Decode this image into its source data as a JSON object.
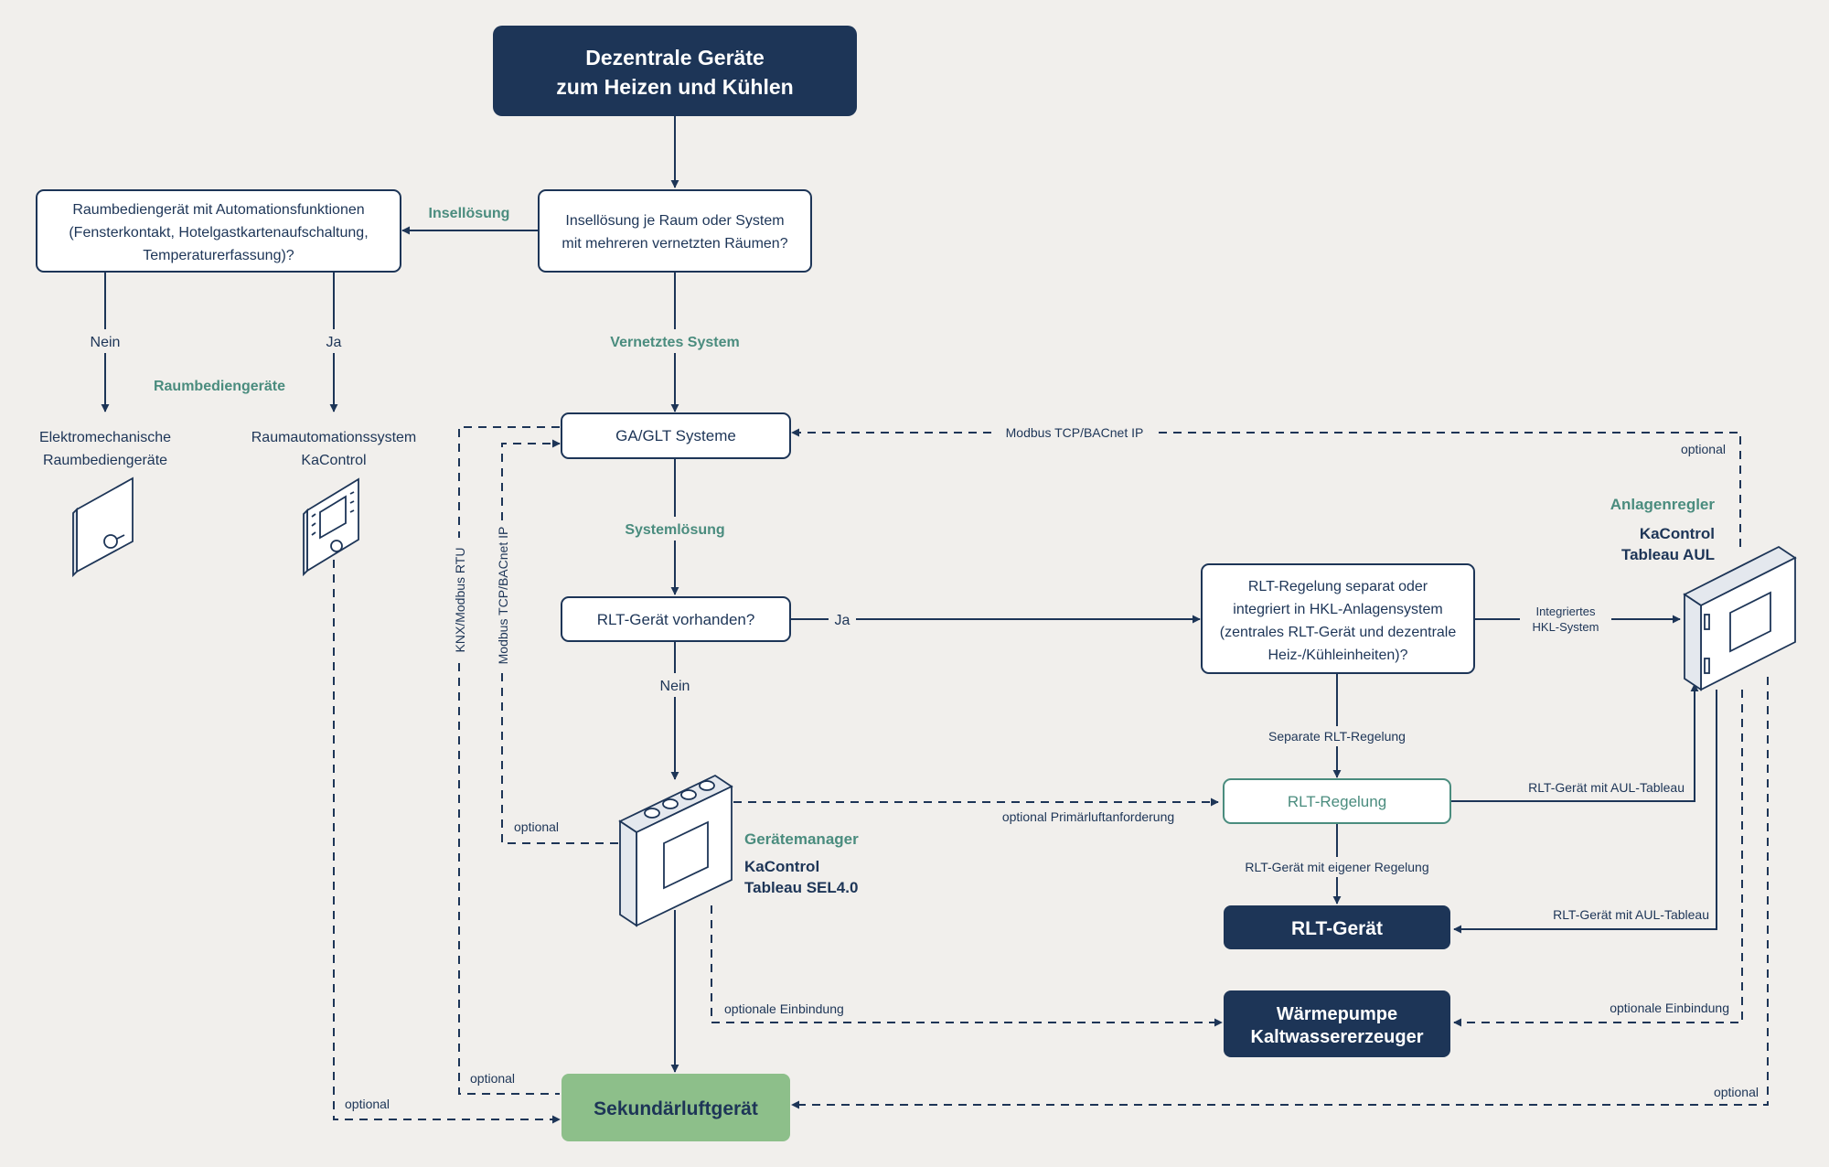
{
  "colors": {
    "background": "#f1efec",
    "navy": "#1d3557",
    "teal": "#4a8c7e",
    "green_box": "#8dbf8a",
    "white": "#ffffff"
  },
  "nodes": {
    "top": [
      "Dezentrale Geräte",
      "zum Heizen und Kühlen"
    ],
    "insel_question": [
      "Insellösung je Raum oder System",
      "mit mehreren vernetzten Räumen?"
    ],
    "raum_question": [
      "Raumbediengerät mit Automationsfunktionen",
      "(Fensterkontakt, Hotelgastkartenaufschaltung,",
      "Temperaturerfassung)?"
    ],
    "elektro": [
      "Elektromechanische",
      "Raumbediengeräte"
    ],
    "raumauto": [
      "Raumautomationssystem",
      "KaControl"
    ],
    "ga_glt": "GA/GLT Systeme",
    "rlt_vorhanden": "RLT-Gerät vorhanden?",
    "rlt_regelung_question": [
      "RLT-Regelung separat oder",
      "integriert in HKL-Anlagensystem",
      "(zentrales RLT-Gerät und dezentrale",
      "Heiz-/Kühleinheiten)?"
    ],
    "rlt_regelung": "RLT-Regelung",
    "rlt_geraet": "RLT-Gerät",
    "waermepumpe": [
      "Wärmepumpe",
      "Kaltwassererzeuger"
    ],
    "sekundaer": "Sekundärluftgerät",
    "anlagenregler_title": "Anlagenregler",
    "anlagenregler_name": [
      "KaControl",
      "Tableau AUL"
    ],
    "geraetemanager_title": "Gerätemanager",
    "geraetemanager_name": [
      "KaControl",
      "Tableau SEL4.0"
    ]
  },
  "labels": {
    "insellosung": "Insellösung",
    "nein_left": "Nein",
    "ja_left": "Ja",
    "raumbediengeraete": "Raumbediengeräte",
    "vernetztes_system": "Vernetztes System",
    "systemlosung": "Systemlösung",
    "ja_mid": "Ja",
    "nein_mid": "Nein",
    "modbus_top": "Modbus TCP/BACnet IP",
    "optional_top_right": "optional",
    "integriertes": [
      "Integriertes",
      "HKL-System"
    ],
    "separate": "Separate RLT-Regelung",
    "aul_tableau_1": "RLT-Gerät mit AUL-Tableau",
    "eigener_regelung": "RLT-Gerät mit eigener Regelung",
    "aul_tableau_2": "RLT-Gerät mit AUL-Tableau",
    "optionale_einbindung_right": "optionale Einbindung",
    "optional_right_bottom": "optional",
    "optionale_einbindung_mid": "optionale Einbindung",
    "optional_primaer": "optional Primärluftanforderung",
    "optional_mid": "optional",
    "knx": "KNX/Modbus RTU",
    "modbus_vertical": "Modbus TCP/BACnet IP",
    "optional_sek_left": "optional",
    "optional_bottom_left": "optional"
  }
}
